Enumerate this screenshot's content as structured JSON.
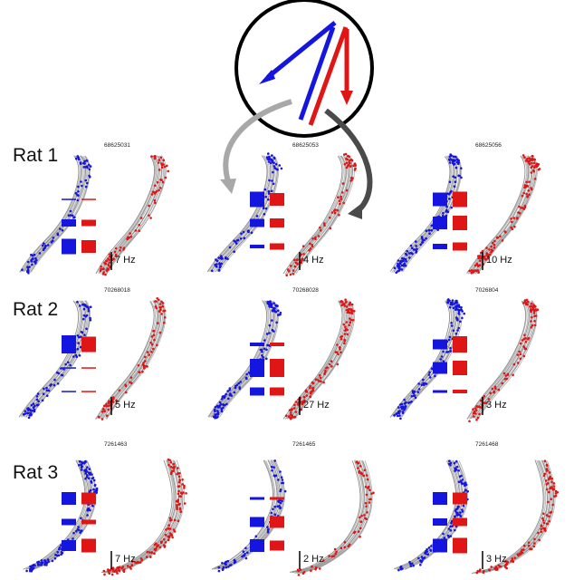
{
  "rows": [
    {
      "label": "Rat 1",
      "panels": [
        {
          "cell_id": "68625031",
          "scale": "7 Hz",
          "shape": "straight",
          "bars": [
            [
              0.0,
              0.0
            ],
            [
              0.4,
              0.35
            ],
            [
              0.85,
              0.7
            ]
          ]
        },
        {
          "cell_id": "68625053",
          "scale": "4 Hz",
          "shape": "straight",
          "bars": [
            [
              0.85,
              0.7
            ],
            [
              0.45,
              0.5
            ],
            [
              0.2,
              0.35
            ]
          ]
        },
        {
          "cell_id": "68625056",
          "scale": "10 Hz",
          "shape": "straight",
          "bars": [
            [
              0.75,
              0.85
            ],
            [
              0.7,
              0.8
            ],
            [
              0.3,
              0.45
            ]
          ]
        }
      ]
    },
    {
      "label": "Rat 2",
      "panels": [
        {
          "cell_id": "70268018",
          "scale": "5 Hz",
          "shape": "straight",
          "bars": [
            [
              1.0,
              0.85
            ],
            [
              0.0,
              0.0
            ],
            [
              0.0,
              0.0
            ]
          ]
        },
        {
          "cell_id": "70268028",
          "scale": "27 Hz",
          "shape": "straight",
          "bars": [
            [
              0.2,
              0.2
            ],
            [
              1.0,
              1.0
            ],
            [
              0.45,
              0.45
            ]
          ]
        },
        {
          "cell_id": "7026804",
          "scale": "3 Hz",
          "shape": "straight",
          "bars": [
            [
              0.55,
              0.9
            ],
            [
              0.65,
              0.8
            ],
            [
              0.15,
              0.2
            ]
          ]
        }
      ]
    },
    {
      "label": "Rat 3",
      "panels": [
        {
          "cell_id": "7261463",
          "scale": "7 Hz",
          "shape": "curved",
          "bars": [
            [
              0.7,
              0.65
            ],
            [
              0.35,
              0.25
            ],
            [
              0.6,
              0.75
            ]
          ]
        },
        {
          "cell_id": "7261465",
          "scale": "2 Hz",
          "shape": "curved",
          "bars": [
            [
              0.15,
              0.15
            ],
            [
              0.55,
              0.65
            ],
            [
              0.7,
              0.55
            ]
          ]
        },
        {
          "cell_id": "7261468",
          "scale": "3 Hz",
          "shape": "curved",
          "bars": [
            [
              0.7,
              0.65
            ],
            [
              0.4,
              0.45
            ],
            [
              0.75,
              0.85
            ]
          ]
        }
      ]
    }
  ],
  "colors": {
    "left_trials": "#1515e0",
    "right_trials": "#e01515",
    "path": "#a8a8a8",
    "path_dark": "#7a7a7a"
  },
  "icons": {
    "inset": "maze-direction-circle-icon",
    "arrow_left": "curved-arrow-left-icon",
    "arrow_right": "curved-arrow-right-icon"
  }
}
